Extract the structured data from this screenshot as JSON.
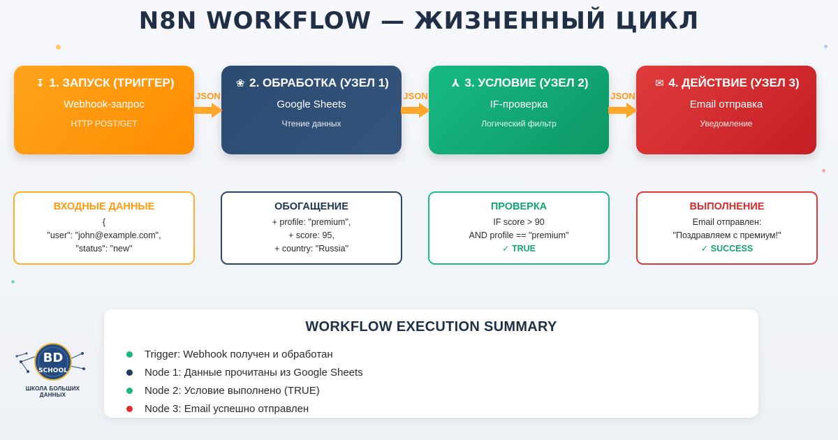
{
  "title": "N8N WORKFLOW — ЖИЗНЕННЫЙ ЦИКЛ",
  "connector_label": "JSON",
  "nodes": [
    {
      "icon": "download-icon",
      "glyph": "↧",
      "title": "1. ЗАПУСК (ТРИГГЕР)",
      "service": "Webhook-запрос",
      "desc": "HTTP POST/GET",
      "color": "#ff9a10"
    },
    {
      "icon": "sheets-icon",
      "glyph": "❀",
      "title": "2. ОБРАБОТКА (УЗЕЛ 1)",
      "service": "Google Sheets",
      "desc": "Чтение данных",
      "color": "#2c4a70"
    },
    {
      "icon": "split-icon",
      "glyph": "⅄",
      "title": "3. УСЛОВИЕ (УЗЕЛ 2)",
      "service": "IF-проверка",
      "desc": "Логический фильтр",
      "color": "#12a472"
    },
    {
      "icon": "mail-icon",
      "glyph": "✉",
      "title": "4. ДЕЙСТВИЕ (УЗЕЛ 3)",
      "service": "Email отправка",
      "desc": "Уведомление",
      "color": "#d32d2d"
    }
  ],
  "cards": [
    {
      "title": "ВХОДНЫЕ ДАННЫЕ",
      "lines": [
        "{",
        "\"user\": \"john@example.com\",",
        "\"status\": \"new\""
      ]
    },
    {
      "title": "ОБОГАЩЕНИЕ",
      "lines": [
        "+ profile: \"premium\",",
        "+ score: 95,",
        "+ country: \"Russia\""
      ]
    },
    {
      "title": "ПРОВЕРКА",
      "lines": [
        "IF score > 90",
        "AND profile == \"premium\""
      ],
      "result": "✓ TRUE"
    },
    {
      "title": "ВЫПОЛНЕНИЕ",
      "lines": [
        "Email отправлен:",
        "\"Поздравляем с премиум!\""
      ],
      "result": "✓ SUCCESS"
    }
  ],
  "summary": {
    "title": "WORKFLOW EXECUTION SUMMARY",
    "items": [
      {
        "text": "Trigger: Webhook получен и обработан",
        "color": "#1db57f"
      },
      {
        "text": "Node 1: Данные прочитаны из Google Sheets",
        "color": "#233c5c"
      },
      {
        "text": "Node 2: Условие выполнено (TRUE)",
        "color": "#1db57f"
      },
      {
        "text": "Node 3: Email успешно отправлен",
        "color": "#dd2e2e"
      }
    ]
  },
  "logo": {
    "big": "BD",
    "small": "SCHOOL",
    "caption": "ШКОЛА БОЛЬШИХ ДАННЫХ"
  }
}
